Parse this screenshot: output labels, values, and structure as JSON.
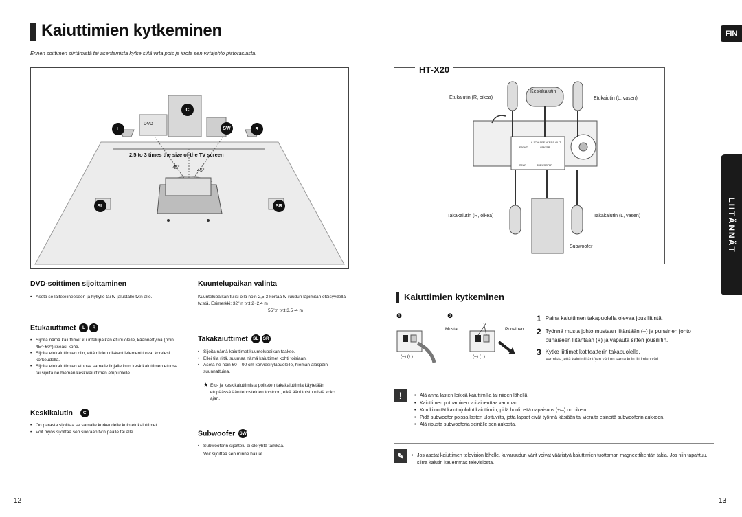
{
  "header": {
    "title": "Kaiuttimien kytkeminen",
    "lang_tab": "FIN",
    "intro": "Ennen soittimen siirtämistä tai asentamista kytke siitä virta pois ja irrota sen virtajohto pistorasiasta.",
    "side_tab": "LIITÄNNÄT"
  },
  "room_diagram": {
    "dvd_label": "DVD",
    "distance_label": "2.5 to 3 times the size of the TV screen",
    "angle1": "45°",
    "angle2": "45°",
    "speakers": {
      "c": "C",
      "l": "L",
      "sw": "SW",
      "r": "R",
      "sl": "SL",
      "sr": "SR"
    }
  },
  "connection_diagram": {
    "model": "HT-X20",
    "center": "Keskikaiutin",
    "front_r": "Etukaiutin (R, oikea)",
    "front_l": "Etukaiutin (L, vasen)",
    "rear_r": "Takakaiutin (R, oikea)",
    "rear_l": "Takakaiutin (L, vasen)",
    "subwoofer": "Subwoofer",
    "panel_label": "6.1CH SPEAKERS OUT",
    "panel_front": "FRONT",
    "panel_center": "CENTER",
    "panel_rear": "REAR",
    "panel_sub": "SUBWOOFER"
  },
  "left_col": {
    "dvd_heading": "DVD-soittimen sijoittaminen",
    "dvd_items": [
      "Aseta se laitetelineeseen ja hyllylle tai tv-jalustalle tv:n alle."
    ],
    "front_heading": "Etukaiuttimet",
    "front_badges": [
      "L",
      "R"
    ],
    "front_items": [
      "Sijoita nämä kaiuttimet kuuntelupaikan etupuolelle, käännettyinä (noin 45°~60°) itseäsi kohti.",
      "Sijoita etukaiuttimien niin, että niiden diskanttielementit ovat korviesi korkeudella.",
      "Sijoita etukaiuttimien etuosa samalle linjalle kuin keskikaiuttimen etuosa tai sijoita ne hieman keskikaiuttimen etupuolelle."
    ],
    "center_heading": "Keskikaiutin",
    "center_badges": [
      "C"
    ],
    "center_items": [
      "On parasta sijoittaa se samalle korkeudelle kuin etukaiuttimet.",
      "Voit myös sijoittaa sen suoraan tv:n päälle tai alle."
    ]
  },
  "mid_col": {
    "listen_heading": "Kuuntelupaikan valinta",
    "listen_text": "Kuuntelupaikan tulisi olla noin 2,5-3 kertaa tv-ruudun läpimitan etäisyydellä tv:stä. Esimerkki: 32\":n tv:t 2~2,4 m",
    "listen_text2": "55\":n tv:t 3,5~4 m",
    "rear_heading": "Takakaiuttimet",
    "rear_badges": [
      "SL",
      "SR"
    ],
    "rear_items": [
      "Sijoita nämä kaiuttimet kuuntelupaikan taakse.",
      "Ellei tila riitä, suuntaa nämä kaiuttimet kohti toisiaan.",
      "Aseta ne noin 60 – 90 cm korviesi yläpuolelle, hieman alaspäin suunnattuina."
    ],
    "rear_note": "Etu- ja keskikaiuttimista poiketen takakaiuttimia käytetään etupäässä äänitehosteiden toistoon, eikä ääni toistu niistä koko ajan.",
    "sub_heading": "Subwoofer",
    "sub_badges": [
      "SW"
    ],
    "sub_items": [
      "Subwooferin sijoittelu ei ole yhtä tarkkaa.",
      "Voit sijoittaa sen minne haluat."
    ]
  },
  "right_col": {
    "section_title": "Kaiuttimien kytkeminen",
    "fig1": "❶",
    "fig2": "❷",
    "musta": "Musta",
    "punainen": "Punainen",
    "polarity": "(–) (+)",
    "steps": [
      {
        "n": "1",
        "text": "Paina kaiuttimen takapuolella olevaa jousiliitintä."
      },
      {
        "n": "2",
        "text": "Työnnä musta johto mustaan liitäntään (–) ja punainen johto punaiseen liitäntään (+) ja vapauta sitten jousiliitin."
      },
      {
        "n": "3",
        "text": "Kytke liittimet kotiteatterin takapuolelle."
      }
    ],
    "step3_note": "Varmista, että kaiutinliitäntöjen väri on sama kuin liittimien väri.",
    "warning_icon": "!",
    "warnings": [
      "Älä anna lasten leikkiä kaiuttimilla tai niiden lähellä.",
      "Kaiuttimen putoaminen voi aiheuttaa vamman.",
      "Kun kiinnität kaiutinjohdot kaiuttimiin, pidä huoli, että napaisuus (+/–) on oikein.",
      "Pidä subwoofer poissa lasten ulottuvilta, jotta lapset eivät työnnä käsiään tai vieraita esineitä subwooferin aukkoon.",
      "Älä ripusta subwooferia seinälle sen aukosta."
    ],
    "note": "Jos asetat kaiuttimen television lähelle, kuvaruudun värit voivat vääristyä kaiuttimien tuottaman magneettikentän takia. Jos niin tapahtuu, siirrä kaiutin kauemmas televisiosta."
  },
  "footer": {
    "page_left": "12",
    "page_right": "13"
  }
}
